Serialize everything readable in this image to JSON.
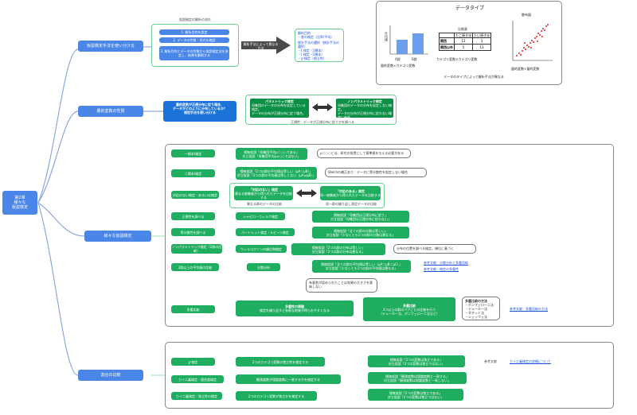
{
  "root": {
    "label": "第2章\n様々な\n仮説検定"
  },
  "branch1": {
    "title": "仮説検定手法を使い分ける",
    "flow_header": "仮説検定の解析の流れ",
    "steps": [
      "1. 解析目的を設定",
      "2. データの性質・形式を確認",
      "3. 解析目的とデータの性質から仮説検定法を決定し、結果を解釈する"
    ],
    "arrow_label": "解析手法によって異なる方法",
    "result_lines": [
      "解析目的",
      "・差の検定（比率/平均）",
      "",
      "統計手法の選択（統計手法の選択）",
      "・t 検定（1標本）",
      "・t 検定（2標本）",
      "・χ²検定（独立性）"
    ]
  },
  "datatype": {
    "title": "データタイプ",
    "bar_ylabel": "平均値",
    "bar_cats": [
      "A群",
      "B群"
    ],
    "bar_caption": "量的変数×カテゴリ変数",
    "table_title": "分割表",
    "table_header": [
      "",
      "たこ焼き派",
      "たい焼き派"
    ],
    "table_rows": [
      [
        "関西",
        "12",
        "3"
      ],
      [
        "関西以外",
        "5",
        "13"
      ]
    ],
    "table_caption": "カテゴリ変数×カテゴリ変数",
    "scatter_title": "散布図",
    "scatter_caption": "量的変数×量的変数",
    "footer": "データのタイプによって解析手法が異なる"
  },
  "branch2": {
    "title": "量的変数の性質",
    "question": "量的変数が正規分布に従う場合、\nデータがどのように分布しているか？\n検定手法を使い分ける",
    "param_title": "パラメトリック検定",
    "param_text": "母集団のデータの分布を仮定している検定。\nデータの分布が正規分布に従う場合。",
    "nonparam_title": "ノンパラメトリック検定",
    "nonparam_text": "母集団のデータの分布を仮定しない検定。\nデータの分布が正規分布に従わない場合に有効。",
    "footnote": "正規性：データが正規分布に従うかを調べる"
  },
  "branch3": {
    "title": "様々な仮説検定",
    "rows": [
      {
        "label": "一標本t検定",
        "desc": "帰無仮説「母集団平均μ＝○○である」\n対立仮説「母集団平均μ≠○○ではない」",
        "note": "μ＝○○とは、研究の前提として基準値を与える必要がある"
      },
      {
        "label": "二標本t検定",
        "desc": "帰無仮説「2つの群の平均値は等しい（μA＝μB）」\n対立仮説「2つの群の平均値は等しくない（μA≠μB）」",
        "note": "Welchの補正あり：データに等分散性を仮定しない場合"
      },
      {
        "label": "対応のない検定・あるいは検定",
        "left_title": "「対応のない」検定",
        "left_text": "異なる被験者から得られたデータを比較する",
        "right_title": "「対応のある」検定",
        "right_text": "同一被験者から得られたデータを比較する",
        "foot1": "異なる群のデータの比較",
        "foot2": "同一群の繰り返し測定データの比較"
      },
      {
        "label": "正規性を調べる",
        "mid": "シャピロ・ウィルク検定",
        "desc": "帰無仮説「母集団は正規分布に従う」\n対立仮説「母集団は正規分布に従わない」"
      },
      {
        "label": "等分散性を調べる",
        "mid": "バートレット検定・ルビーン検定",
        "desc": "帰無仮説「全ての群の分散は等しい」\n対立仮説「少なくとも1つの群の分散は異なる」"
      },
      {
        "label": "ノンパラメトリック検定（2群の比較）",
        "mid": "ウィルコクソンの順位和検定",
        "desc": "帰無仮説「2つの群の分布は等しい」\n対立仮説「2つの群の分布は異なる」",
        "note": "分布の位置を調べる検定。順位に基づく"
      },
      {
        "label": "3群以上の平均値の比較",
        "mid": "分散分析",
        "desc": "帰無仮説「全ての群の平均値は等しい（μA＝μB＝μC）」\n対立仮説「少なくとも1つの群の平均値は異なる」"
      },
      {
        "label": "多重比較",
        "mid_title": "多重性の問題",
        "mid_text": "検定を繰り返すと有意な結果が得られやすくなる",
        "right_title": "多重比較",
        "right_text": "3つ以上の群のペアごとの比較を行う\n（テューキー法、ボンフェローニ法など）"
      }
    ],
    "link_ref1": "参考文献：分散分析と多重比較",
    "link_ref2": "参考文献：検定の多重性",
    "bubble": "有意差が認められたことは効果の大きさを意味しない",
    "methods_title": "多重比較の方法",
    "methods": [
      "・ボンフェローニ法",
      "・テューキー法",
      "・ダネット法",
      "・シェッフェ法"
    ],
    "link_ref3": "参考文献：多重比較の方法"
  },
  "branch4": {
    "title": "割合の比較",
    "rows": [
      {
        "label": "χ²検定",
        "mid": "2つのカテゴリ変数の独立性を検定する",
        "desc": "帰無仮説「2つの変数は独立である」\n対立仮説「2つの変数は独立ではない」"
      },
      {
        "label": "カイ二乗検定・適合度検定",
        "mid": "観測度数が理論度数に一致するかを検定する",
        "desc": "帰無仮説「観測度数は理論度数と一致する」\n対立仮説「観測度数は理論度数と一致しない」"
      },
      {
        "label": "カイ二乗検定・独立性の検定",
        "mid": "2つのカテゴリ変数が独立かを検定する",
        "desc": "帰無仮説「2つの変数は独立である」\n対立仮説「2つの変数は独立ではない」"
      }
    ],
    "link_label": "参考文献",
    "link_text": "カイ二乗検定の詳細について"
  },
  "colors": {
    "blue": "#4a86e8",
    "green": "#1fae5f",
    "darkgreen": "#0b8f45",
    "line_blue": "#7d9ad8"
  }
}
